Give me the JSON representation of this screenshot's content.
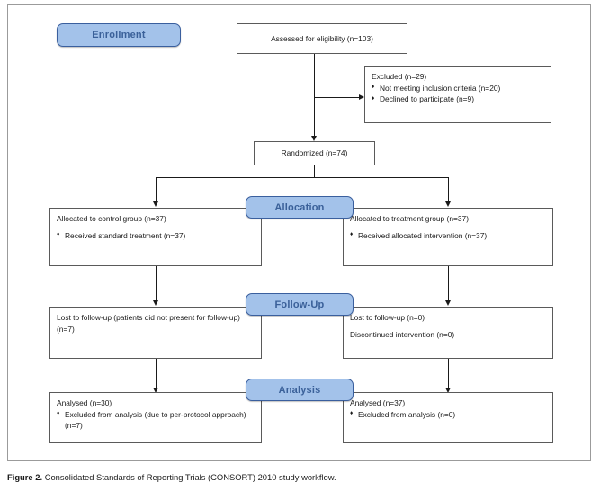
{
  "figure": {
    "caption_label": "Figure 2.",
    "caption_text": "Consolidated Standards of Reporting Trials (CONSORT) 2010 study workflow."
  },
  "colors": {
    "badge_fill": "#a3c2ea",
    "badge_border": "#3a5f9e",
    "badge_text": "#3a6099",
    "box_border": "#5a5a5a",
    "frame_border": "#9b9b9b",
    "connector": "#1a1a1a"
  },
  "stages": {
    "enrollment": "Enrollment",
    "allocation": "Allocation",
    "followup": "Follow-Up",
    "analysis": "Analysis"
  },
  "enrollment": {
    "assessed": "Assessed for eligibility (n=103)",
    "excluded_title": "Excluded  (n=29)",
    "excluded_items": [
      "Not meeting inclusion criteria (n=20)",
      "Declined to participate (n=9)"
    ],
    "randomized": "Randomized (n=74)"
  },
  "allocation": {
    "left_title": "Allocated to control group (n=37)",
    "left_items": [
      "Received standard treatment (n=37)"
    ],
    "right_title": "Allocated to treatment group (n=37)",
    "right_items": [
      "Received allocated intervention (n=37)"
    ]
  },
  "followup": {
    "left_line1": "Lost to follow-up (patients did not present for follow-up) (n=7)",
    "right_line1": "Lost to follow-up (n=0)",
    "right_line2": "Discontinued intervention (n=0)"
  },
  "analysis": {
    "left_title": "Analysed  (n=30)",
    "left_items": [
      "Excluded from analysis (due to per-protocol approach) (n=7)"
    ],
    "right_title": "Analysed  (n=37)",
    "right_items": [
      "Excluded from analysis (n=0)"
    ]
  }
}
